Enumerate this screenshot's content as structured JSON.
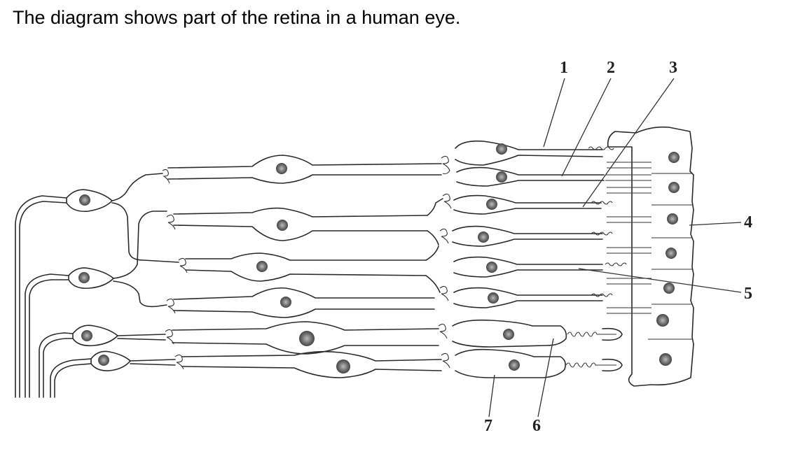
{
  "question": {
    "text": "The diagram shows part of the retina in a human eye."
  },
  "diagram": {
    "labels": [
      "1",
      "2",
      "3",
      "4",
      "5",
      "6",
      "7"
    ]
  }
}
